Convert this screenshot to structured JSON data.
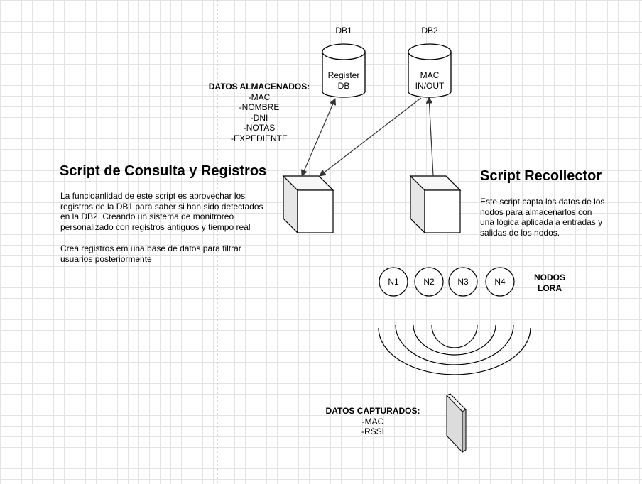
{
  "databases": {
    "db1": {
      "title": "DB1",
      "line1": "Register",
      "line2": "DB"
    },
    "db2": {
      "title": "DB2",
      "line1": "MAC",
      "line2": "IN/OUT"
    }
  },
  "stored": {
    "header": "DATOS ALMACENADOS:",
    "items": [
      "-MAC",
      "-NOMBRE",
      "-DNI",
      "-NOTAS",
      "-EXPEDIENTE"
    ]
  },
  "consulta": {
    "title": "Script de Consulta y Registros",
    "paragraph1": "La funcioanlidad de este script es aprovechar los\nregistros de la DB1 para saber si han sido detectados\nen la DB2. Creando un sistema de monitroreo\npersonalizado con registros antiguos y tiempo real",
    "paragraph2": "Crea registros em una base de datos para filtrar\nusuarios posteriormente"
  },
  "recollector": {
    "title": "Script Recollector",
    "paragraph": "Este script capta los datos de los\nnodos para almacenarlos con\nuna lógica aplicada a entradas y\nsalidas de los nodos."
  },
  "nodes": {
    "labels": [
      "N1",
      "N2",
      "N3",
      "N4"
    ],
    "group_label_line1": "NODOS",
    "group_label_line2": "LORA"
  },
  "captured": {
    "header": "DATOS CAPTURADOS:",
    "items": [
      "-MAC",
      "-RSSI"
    ]
  }
}
